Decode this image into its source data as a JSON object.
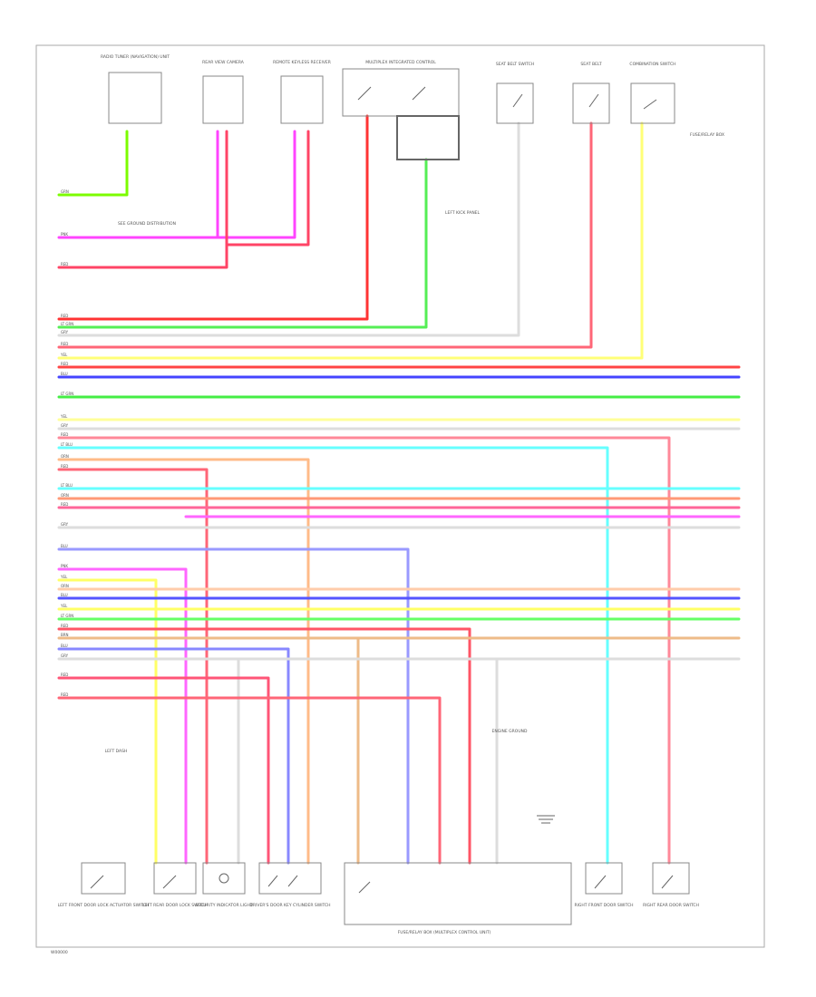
{
  "diagram": {
    "footer_code": "W00000",
    "bottom_center_label": "FUSE/RELAY BOX (MULTIPLEX CONTROL UNIT)",
    "top_components": [
      {
        "id": "c1",
        "label": "RADIO TUNER (NAVIGATION) UNIT"
      },
      {
        "id": "c2",
        "label": "REAR VIEW CAMERA"
      },
      {
        "id": "c3",
        "label": "REMOTE KEYLESS RECEIVER"
      },
      {
        "id": "c4",
        "label": "MULTIPLEX INTEGRATED CONTROL"
      },
      {
        "id": "c5",
        "label": "SEAT BELT SWITCH"
      },
      {
        "id": "c6",
        "label": "SEAT BELT"
      },
      {
        "id": "c7",
        "label": "COMBINATION SWITCH"
      }
    ],
    "bottom_components": [
      {
        "id": "b1",
        "label": "LEFT FRONT DOOR LOCK ACTUATOR SWITCH"
      },
      {
        "id": "b2",
        "label": "LEFT REAR DOOR LOCK SWITCH"
      },
      {
        "id": "b3",
        "label": "SECURITY INDICATOR LIGHT"
      },
      {
        "id": "b4",
        "label": "DRIVER'S DOOR KEY CYLINDER SWITCH"
      },
      {
        "id": "b5",
        "label": "RIGHT FRONT DOOR SWITCH"
      },
      {
        "id": "b6",
        "label": "RIGHT REAR DOOR SWITCH"
      }
    ],
    "side_notes": [
      {
        "id": "n1",
        "label": "SEE GROUND DISTRIBUTION"
      },
      {
        "id": "n2",
        "label": "LEFT KICK PANEL"
      },
      {
        "id": "n3",
        "label": "FUSE/RELAY BOX"
      },
      {
        "id": "n4",
        "label": "LEFT DASH"
      },
      {
        "id": "n5",
        "label": "ENGINE GROUND"
      }
    ],
    "wires": [
      {
        "id": "w1",
        "color": "#7CFC00",
        "label": "GRN"
      },
      {
        "id": "w2",
        "color": "#FF44FF",
        "label": "PNK"
      },
      {
        "id": "w3",
        "color": "#FF4466",
        "label": "RED"
      },
      {
        "id": "w4",
        "color": "#FF3333",
        "label": "RED"
      },
      {
        "id": "w5",
        "color": "#55EE55",
        "label": "LT GRN"
      },
      {
        "id": "w6",
        "color": "#DDDDDD",
        "label": "GRY"
      },
      {
        "id": "w7",
        "color": "#FF6677",
        "label": "RED"
      },
      {
        "id": "w8",
        "color": "#FFFF77",
        "label": "YEL"
      },
      {
        "id": "w9",
        "color": "#FF4444",
        "label": "RED"
      },
      {
        "id": "w10",
        "color": "#4444FF",
        "label": "BLU"
      },
      {
        "id": "w11",
        "color": "#44EE44",
        "label": "LT GRN"
      },
      {
        "id": "w12",
        "color": "#FFFF99",
        "label": "YEL"
      },
      {
        "id": "w13",
        "color": "#DDDDDD",
        "label": "GRY"
      },
      {
        "id": "w14",
        "color": "#FF8899",
        "label": "RED"
      },
      {
        "id": "w15",
        "color": "#66FFFF",
        "label": "LT BLU"
      },
      {
        "id": "w16",
        "color": "#FFBB88",
        "label": "ORN"
      },
      {
        "id": "w17",
        "color": "#FF6677",
        "label": "RED"
      },
      {
        "id": "w18",
        "color": "#66FFFF",
        "label": "LT BLU"
      },
      {
        "id": "w19",
        "color": "#FF9977",
        "label": "ORN"
      },
      {
        "id": "w20",
        "color": "#FF6699",
        "label": "RED"
      },
      {
        "id": "w21",
        "color": "#DDDDDD",
        "label": "GRY"
      },
      {
        "id": "w22",
        "color": "#9999FF",
        "label": "BLU"
      },
      {
        "id": "w23",
        "color": "#FF66FF",
        "label": "PNK"
      },
      {
        "id": "w24",
        "color": "#FFFF66",
        "label": "YEL"
      },
      {
        "id": "w25",
        "color": "#FFCCAA",
        "label": "ORN"
      },
      {
        "id": "w26",
        "color": "#5555FF",
        "label": "BLU"
      },
      {
        "id": "w27",
        "color": "#FFFF66",
        "label": "YEL"
      },
      {
        "id": "w28",
        "color": "#66FF66",
        "label": "LT GRN"
      },
      {
        "id": "w29",
        "color": "#FF5566",
        "label": "RED"
      },
      {
        "id": "w30",
        "color": "#EEBB88",
        "label": "BRN"
      },
      {
        "id": "w31",
        "color": "#8888FF",
        "label": "BLU"
      },
      {
        "id": "w32",
        "color": "#DDDDDD",
        "label": "GRY"
      },
      {
        "id": "w33",
        "color": "#FF5577",
        "label": "RED"
      },
      {
        "id": "w34",
        "color": "#FF6677",
        "label": "RED"
      }
    ]
  }
}
